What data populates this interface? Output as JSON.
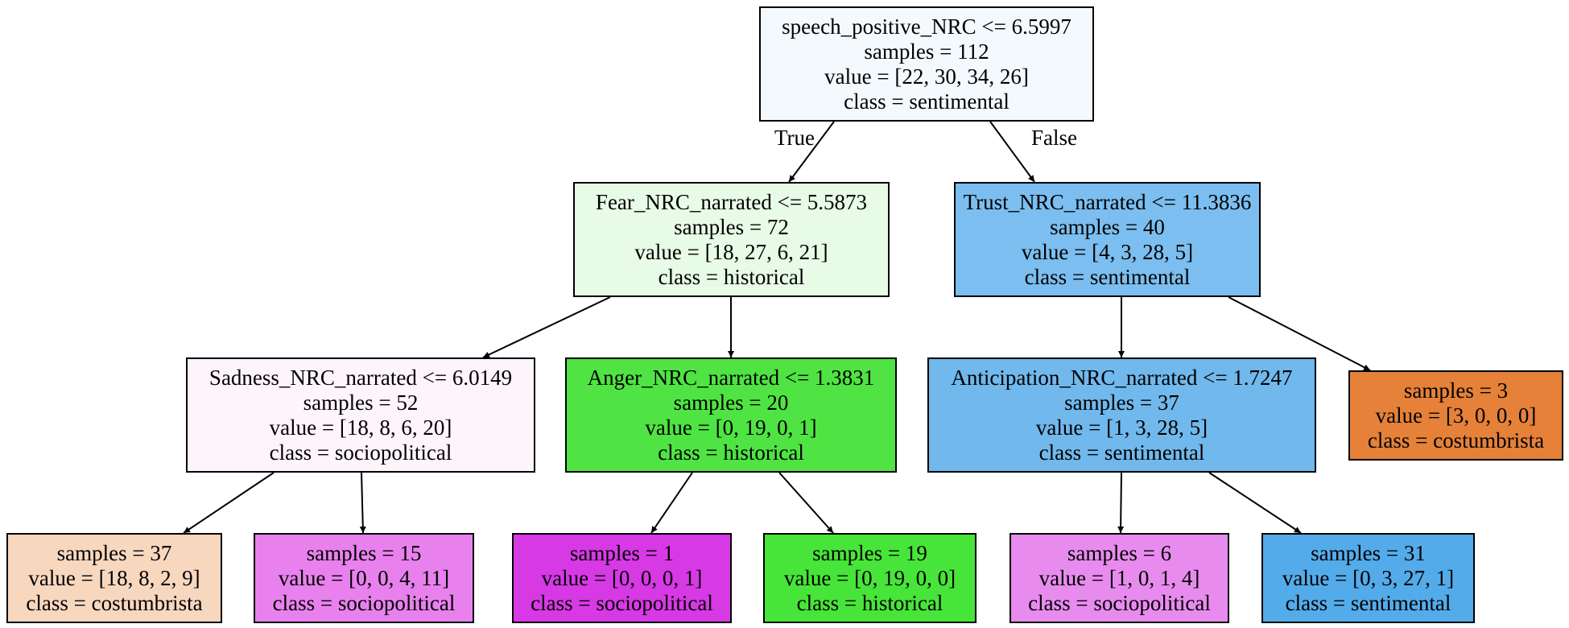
{
  "tree": {
    "nodes": {
      "n0": {
        "condition": "speech_positive_NRC <= 6.5997",
        "samples": "samples = 112",
        "value": "value = [22, 30, 34, 26]",
        "class": "class = sentimental",
        "fill": "#f4f9fe"
      },
      "n1": {
        "condition": "Fear_NRC_narrated <= 5.5873",
        "samples": "samples = 72",
        "value": "value = [18, 27, 6, 21]",
        "class": "class = historical",
        "fill": "#e8fbe6"
      },
      "n2": {
        "condition": "Trust_NRC_narrated <= 11.3836",
        "samples": "samples = 40",
        "value": "value = [4, 3, 28, 5]",
        "class": "class = sentimental",
        "fill": "#7bbeef"
      },
      "n3": {
        "condition": "Sadness_NRC_narrated <= 6.0149",
        "samples": "samples = 52",
        "value": "value = [18, 8, 6, 20]",
        "class": "class = sociopolitical",
        "fill": "#fdf4fc"
      },
      "n4": {
        "condition": "Anger_NRC_narrated <= 1.3831",
        "samples": "samples = 20",
        "value": "value = [0, 19, 0, 1]",
        "class": "class = historical",
        "fill": "#4fe443"
      },
      "n5": {
        "condition": "Anticipation_NRC_narrated <= 1.7247",
        "samples": "samples = 37",
        "value": "value = [1, 3, 28, 5]",
        "class": "class = sentimental",
        "fill": "#71b8ec"
      },
      "n6": {
        "samples": "samples = 3",
        "value": "value = [3, 0, 0, 0]",
        "class": "class = costumbrista",
        "fill": "#e58139"
      },
      "n7": {
        "samples": "samples = 37",
        "value": "value = [18, 8, 2, 9]",
        "class": "class = costumbrista",
        "fill": "#f8d7bf"
      },
      "n8": {
        "samples": "samples = 15",
        "value": "value = [0, 0, 4, 11]",
        "class": "class = sociopolitical",
        "fill": "#e881ed"
      },
      "n9": {
        "samples": "samples = 1",
        "value": "value = [0, 0, 0, 1]",
        "class": "class = sociopolitical",
        "fill": "#d739e5"
      },
      "n10": {
        "samples": "samples = 19",
        "value": "value = [0, 19, 0, 0]",
        "class": "class = historical",
        "fill": "#47e539"
      },
      "n11": {
        "samples": "samples = 6",
        "value": "value = [1, 0, 1, 4]",
        "class": "class = sociopolitical",
        "fill": "#e88bee"
      },
      "n12": {
        "samples": "samples = 31",
        "value": "value = [0, 3, 27, 1]",
        "class": "class = sentimental",
        "fill": "#54abe9"
      }
    },
    "edge_labels": {
      "true_label": "True",
      "false_label": "False"
    },
    "colors": {
      "border": "#000000",
      "background": "#ffffff"
    }
  }
}
